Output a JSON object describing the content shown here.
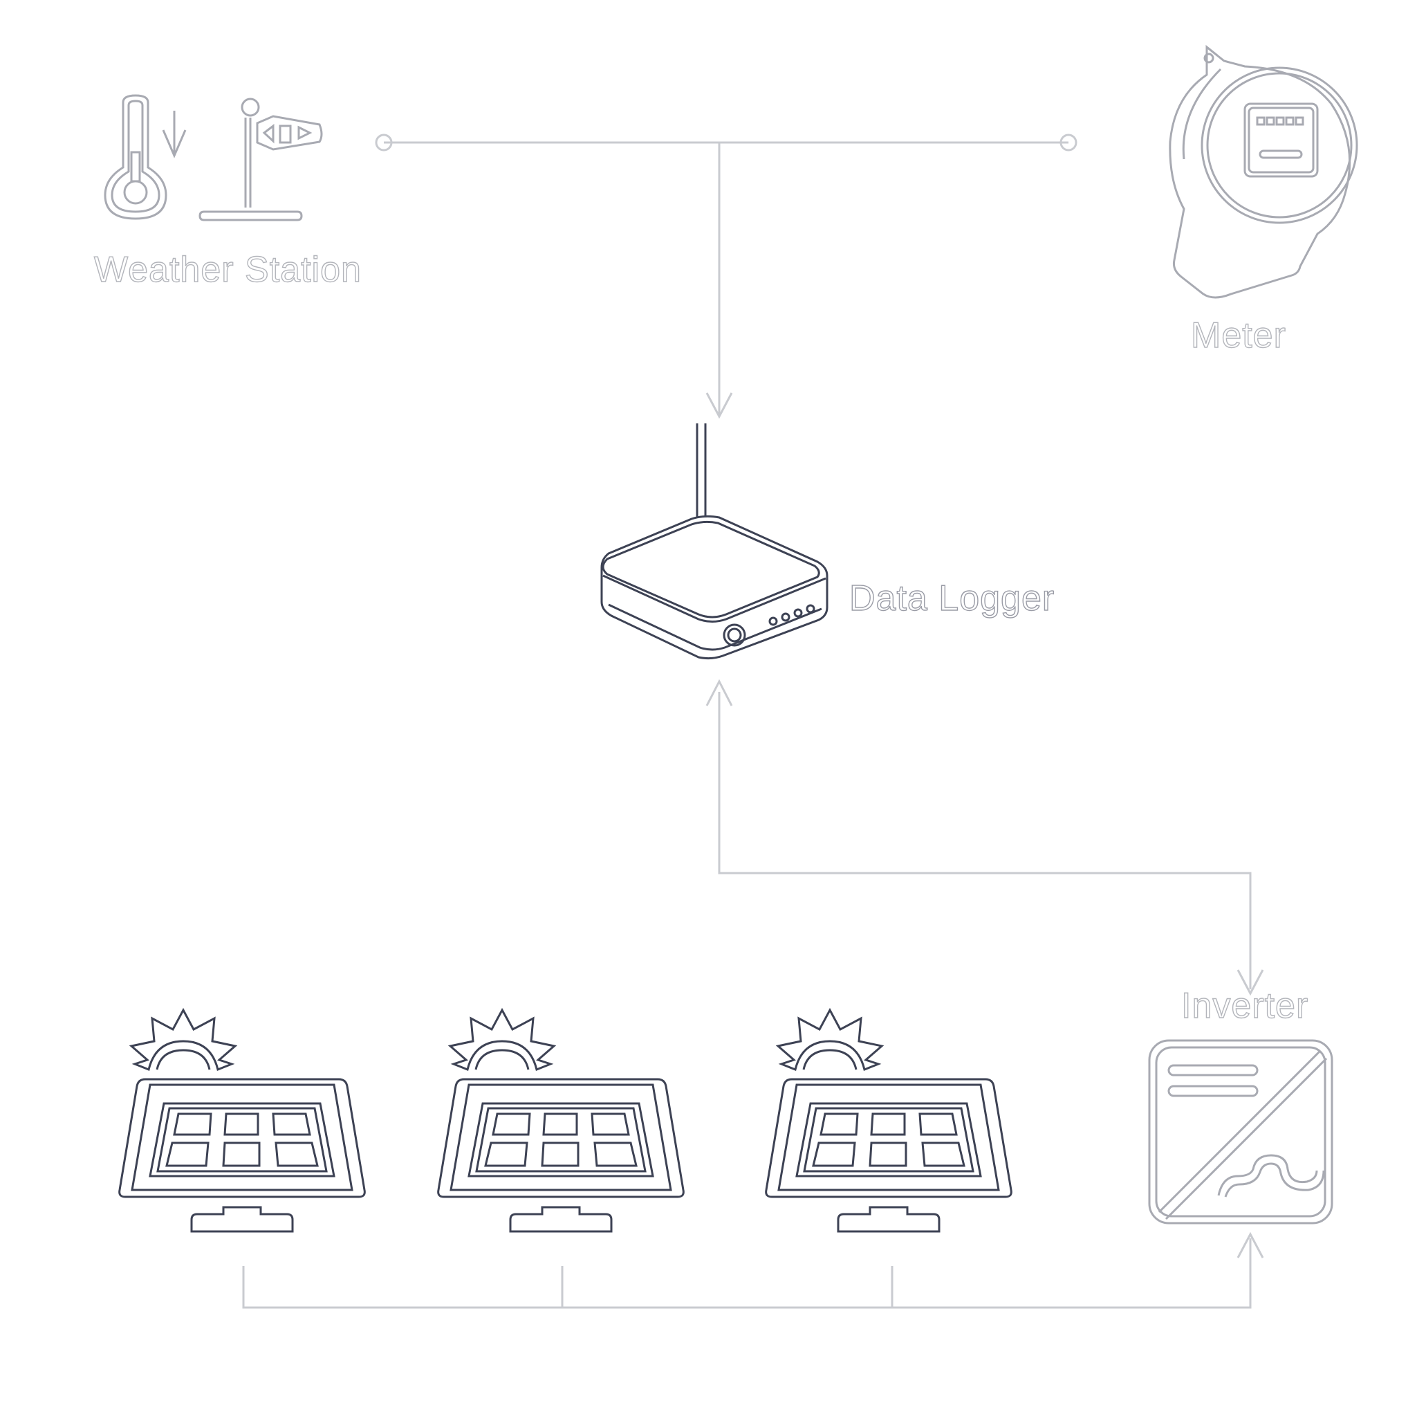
{
  "labels": {
    "weather_station": "Weather Station",
    "meter": "Meter",
    "data_logger": "Data Logger",
    "inverter": "Inverter"
  },
  "icons": {
    "weather": [
      "thermometer-icon",
      "windsock-icon"
    ],
    "meter": "electric-meter-icon",
    "logger": "router-icon",
    "panels": [
      "solar-panel-icon",
      "solar-panel-icon",
      "solar-panel-icon"
    ],
    "inverter": "inverter-icon"
  },
  "colors": {
    "background": "#ffffff",
    "connector": "#c9cbd0",
    "icon_outline_dark": "#3d4254",
    "icon_outline_light": "#a8aab2"
  }
}
